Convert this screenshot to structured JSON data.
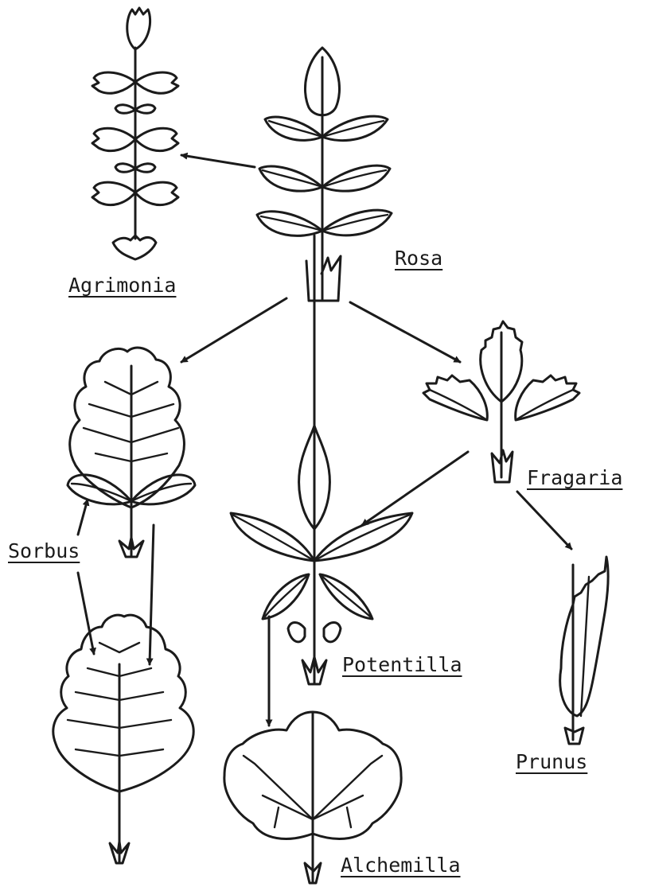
{
  "labels": {
    "agrimonia": "Agrimonia",
    "rosa": "Rosa",
    "fragaria": "Fragaria",
    "sorbus": "Sorbus",
    "potentilla": "Potentilla",
    "prunus": "Prunus",
    "alchemilla": "Alchemilla"
  },
  "colors": {
    "ink": "#1b1b1b",
    "paper": "#ffffff"
  }
}
